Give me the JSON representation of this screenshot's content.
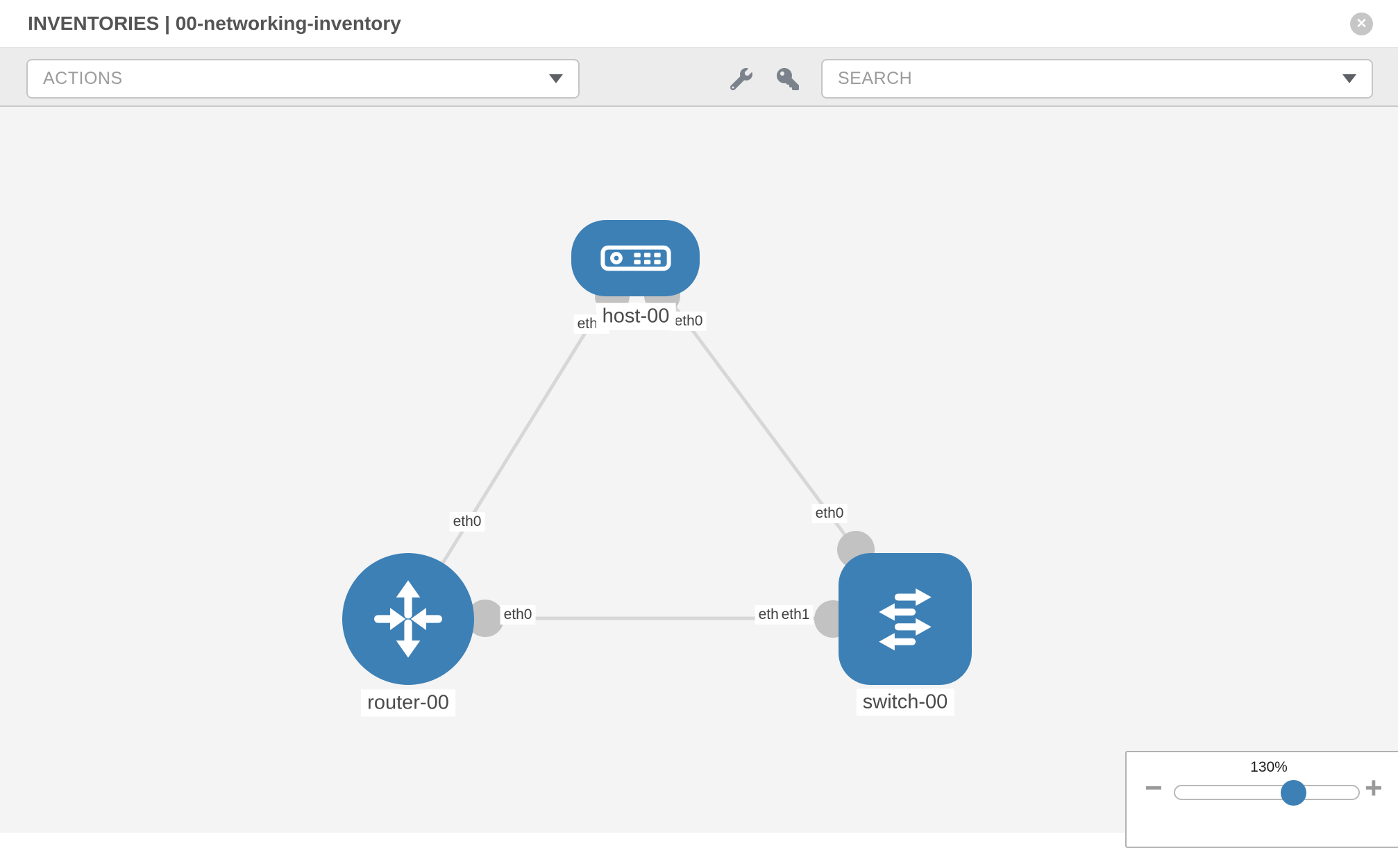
{
  "header": {
    "title": "INVENTORIES | 00-networking-inventory"
  },
  "toolbar": {
    "actions_label": "ACTIONS",
    "search_label": "SEARCH"
  },
  "topology": {
    "nodes": {
      "host": {
        "label": "host-00",
        "type": "host"
      },
      "router": {
        "label": "router-00",
        "type": "router"
      },
      "switch": {
        "label": "switch-00",
        "type": "switch"
      }
    },
    "interfaces": {
      "host_router_host_end": "eth0",
      "host_router_router_end": "eth0",
      "host_switch_host_end": "eth0",
      "host_switch_switch_end": "eth0",
      "router_switch_router_end": "eth0",
      "router_switch_switch_end_under": "eth0",
      "router_switch_switch_end": "eth1"
    },
    "colors": {
      "node_fill": "#3d80b6",
      "edge": "#d7d7d7",
      "port": "#c2c2c2",
      "canvas_background": "#f4f4f4"
    }
  },
  "zoom_control": {
    "level": "130%"
  },
  "icons": {
    "close": "✕",
    "zoom_out": "−",
    "zoom_in": "+"
  }
}
